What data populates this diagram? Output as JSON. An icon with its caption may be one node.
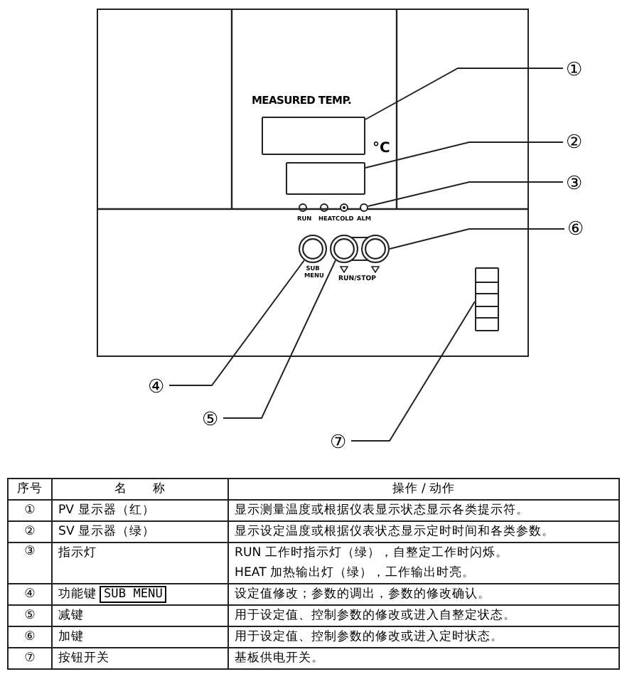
{
  "diagram": {
    "nodes": [
      {
        "text": [
          "①"
        ]
      },
      {
        "text": [],
        "shape": "box"
      },
      {
        "text": [
          "②"
        ]
      },
      {
        "text": [],
        "shape": "box"
      },
      {
        "text": [
          "③"
        ]
      },
      {
        "text": [],
        "shape": "circle"
      },
      {
        "text": [
          "④"
        ]
      },
      {
        "text": [],
        "shape": "circle"
      },
      {
        "text": [
          "⑤"
        ]
      },
      {
        "text": [],
        "shape": "circle"
      },
      {
        "text": [
          "⑥"
        ]
      },
      {
        "text": [],
        "shape": "circle"
      },
      {
        "text": [
          "⑦"
        ]
      },
      {
        "text": [],
        "shape": "box"
      }
    ],
    "edges": [
      {
        "from": 0,
        "to": 1,
        "arrow": "none"
      },
      {
        "from": 2,
        "to": 3,
        "arrow": "none"
      },
      {
        "from": 4,
        "to": 5,
        "arrow": "none"
      },
      {
        "from": 6,
        "to": 7,
        "arrow": "none"
      },
      {
        "from": 8,
        "to": 9,
        "arrow": "none"
      },
      {
        "from": 10,
        "to": 11,
        "arrow": "none"
      },
      {
        "from": 12,
        "to": 13,
        "arrow": "none"
      }
    ],
    "labels": [
      "MEASURED TEMP.",
      "°C",
      "RUN",
      "HEAT",
      "COLD",
      "ALM",
      "SUB MENU",
      "RUN/STOP",
      "序号",
      "名　　称",
      "操作 / 动作",
      "①",
      "PV 显示器（红）",
      "显示测量温度或根据仪表显示状态显示各类提示符。",
      "②",
      "SV 显示器（绿）",
      "显示设定温度或根据仪表状态显示定时时间和各类参数。",
      "③",
      "指示灯",
      "RUN 工作时指示灯（绿），自整定工作时闪烁。",
      "HEAT 加热输出灯（绿），工作输出时亮。",
      "④",
      "功能键",
      "SUB MENU",
      "设定值修改；参数的调出，参数的修改确认。",
      "⑤",
      "减键",
      "用于设定值、控制参数的修改或进入自整定状态。",
      "⑥",
      "加键",
      "用于设定值、控制参数的修改或进入定时状态。",
      "⑦",
      "按钮开关",
      "基板供电开关。"
    ]
  }
}
